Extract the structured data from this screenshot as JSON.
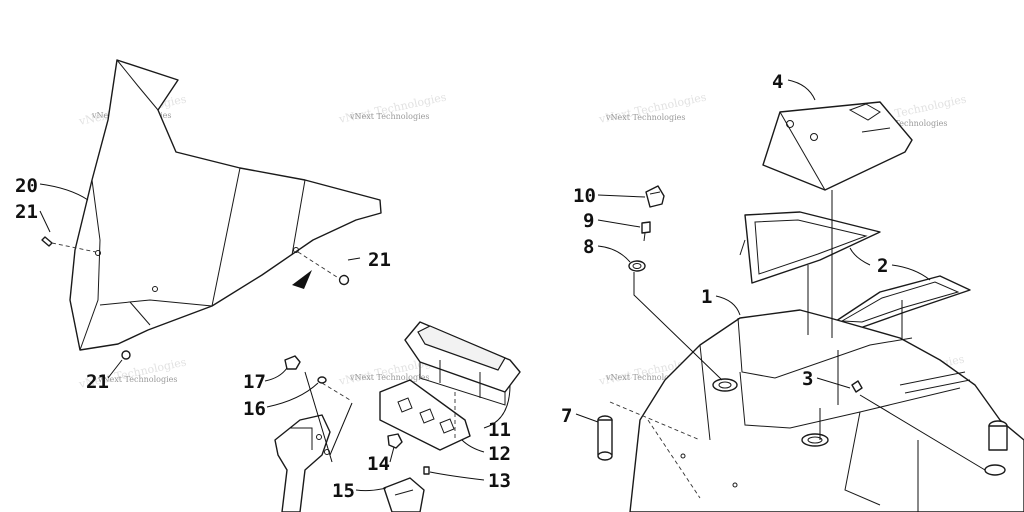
{
  "diagram": {
    "callouts": [
      "20",
      "21",
      "21",
      "21",
      "17",
      "16",
      "14",
      "15",
      "11",
      "12",
      "13",
      "10",
      "9",
      "8",
      "7",
      "4",
      "2",
      "1",
      "3"
    ],
    "watermark": "vNext Technologies"
  }
}
